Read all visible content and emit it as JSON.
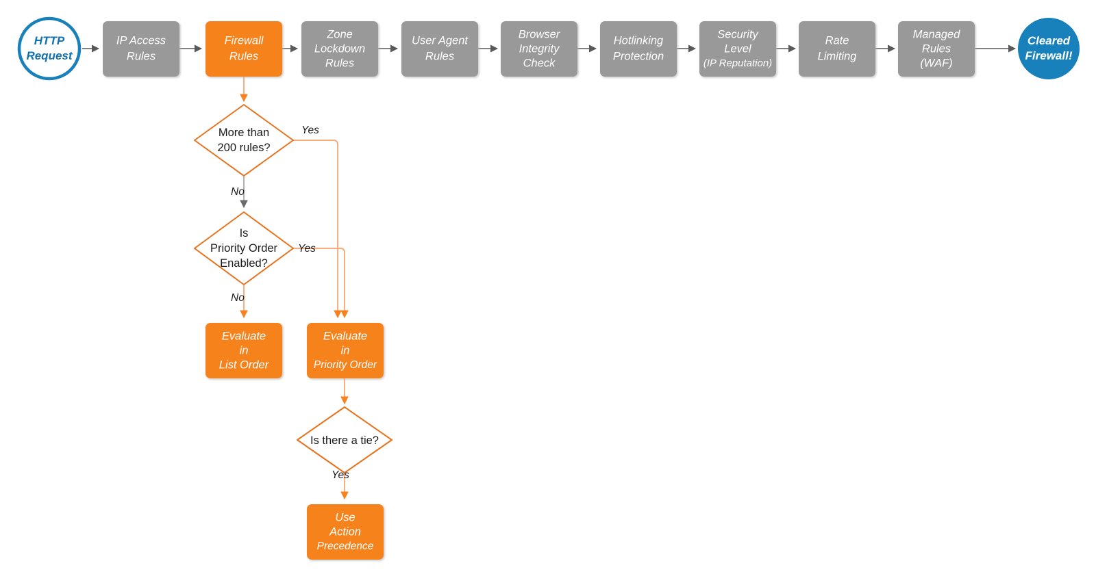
{
  "diagram": {
    "title": "Cloudflare firewall rules evaluation order flowchart",
    "colors": {
      "orange": "#f6821f",
      "orange_stroke": "#e8721c",
      "orange_light": "#f9a06a",
      "gray": "#999999",
      "gray_arrow": "#595959",
      "blue": "#1880ba",
      "blue_text": "#1171b0",
      "white": "#ffffff",
      "text_dark": "#1a1a1a"
    },
    "pipeline": {
      "start": {
        "id": "http-request",
        "label_line1": "HTTP",
        "label_line2": "Request",
        "shape": "circle",
        "style": "outline-blue"
      },
      "steps": [
        {
          "id": "ip-access-rules",
          "lines": [
            "IP Access",
            "Rules"
          ],
          "style": "gray"
        },
        {
          "id": "firewall-rules",
          "lines": [
            "Firewall",
            "Rules"
          ],
          "style": "orange"
        },
        {
          "id": "zone-lockdown-rules",
          "lines": [
            "Zone",
            "Lockdown",
            "Rules"
          ],
          "style": "gray"
        },
        {
          "id": "user-agent-rules",
          "lines": [
            "User Agent",
            "Rules"
          ],
          "style": "gray"
        },
        {
          "id": "browser-integrity-check",
          "lines": [
            "Browser",
            "Integrity",
            "Check"
          ],
          "style": "gray"
        },
        {
          "id": "hotlinking-protection",
          "lines": [
            "Hotlinking",
            "Protection"
          ],
          "style": "gray"
        },
        {
          "id": "security-level",
          "lines": [
            "Security",
            "Level",
            "(IP Reputation)"
          ],
          "style": "gray"
        },
        {
          "id": "rate-limiting",
          "lines": [
            "Rate",
            "Limiting"
          ],
          "style": "gray"
        },
        {
          "id": "managed-rules-waf",
          "lines": [
            "Managed",
            "Rules",
            "(WAF)"
          ],
          "style": "gray"
        }
      ],
      "end": {
        "id": "cleared-firewall",
        "label_line1": "Cleared",
        "label_line2": "Firewall!",
        "shape": "circle",
        "style": "filled-blue"
      }
    },
    "decisions": [
      {
        "id": "more-than-200-rules",
        "lines": [
          "More than",
          "200 rules?"
        ],
        "branches": [
          {
            "label": "Yes",
            "target": "evaluate-in-priority-order"
          },
          {
            "label": "No",
            "target": "is-priority-order-enabled"
          }
        ]
      },
      {
        "id": "is-priority-order-enabled",
        "lines": [
          "Is",
          "Priority Order",
          "Enabled?"
        ],
        "branches": [
          {
            "label": "Yes",
            "target": "evaluate-in-priority-order"
          },
          {
            "label": "No",
            "target": "evaluate-in-list-order"
          }
        ]
      },
      {
        "id": "is-there-a-tie",
        "lines": [
          "Is there a tie?"
        ],
        "branches": [
          {
            "label": "Yes",
            "target": "use-action-precedence"
          }
        ]
      }
    ],
    "outcomes": [
      {
        "id": "evaluate-in-list-order",
        "lines": [
          "Evaluate",
          "in",
          "List Order"
        ],
        "style": "orange"
      },
      {
        "id": "evaluate-in-priority-order",
        "lines": [
          "Evaluate",
          "in",
          "Priority Order"
        ],
        "style": "orange"
      },
      {
        "id": "use-action-precedence",
        "lines": [
          "Use",
          "Action",
          "Precedence"
        ],
        "style": "orange"
      }
    ]
  }
}
